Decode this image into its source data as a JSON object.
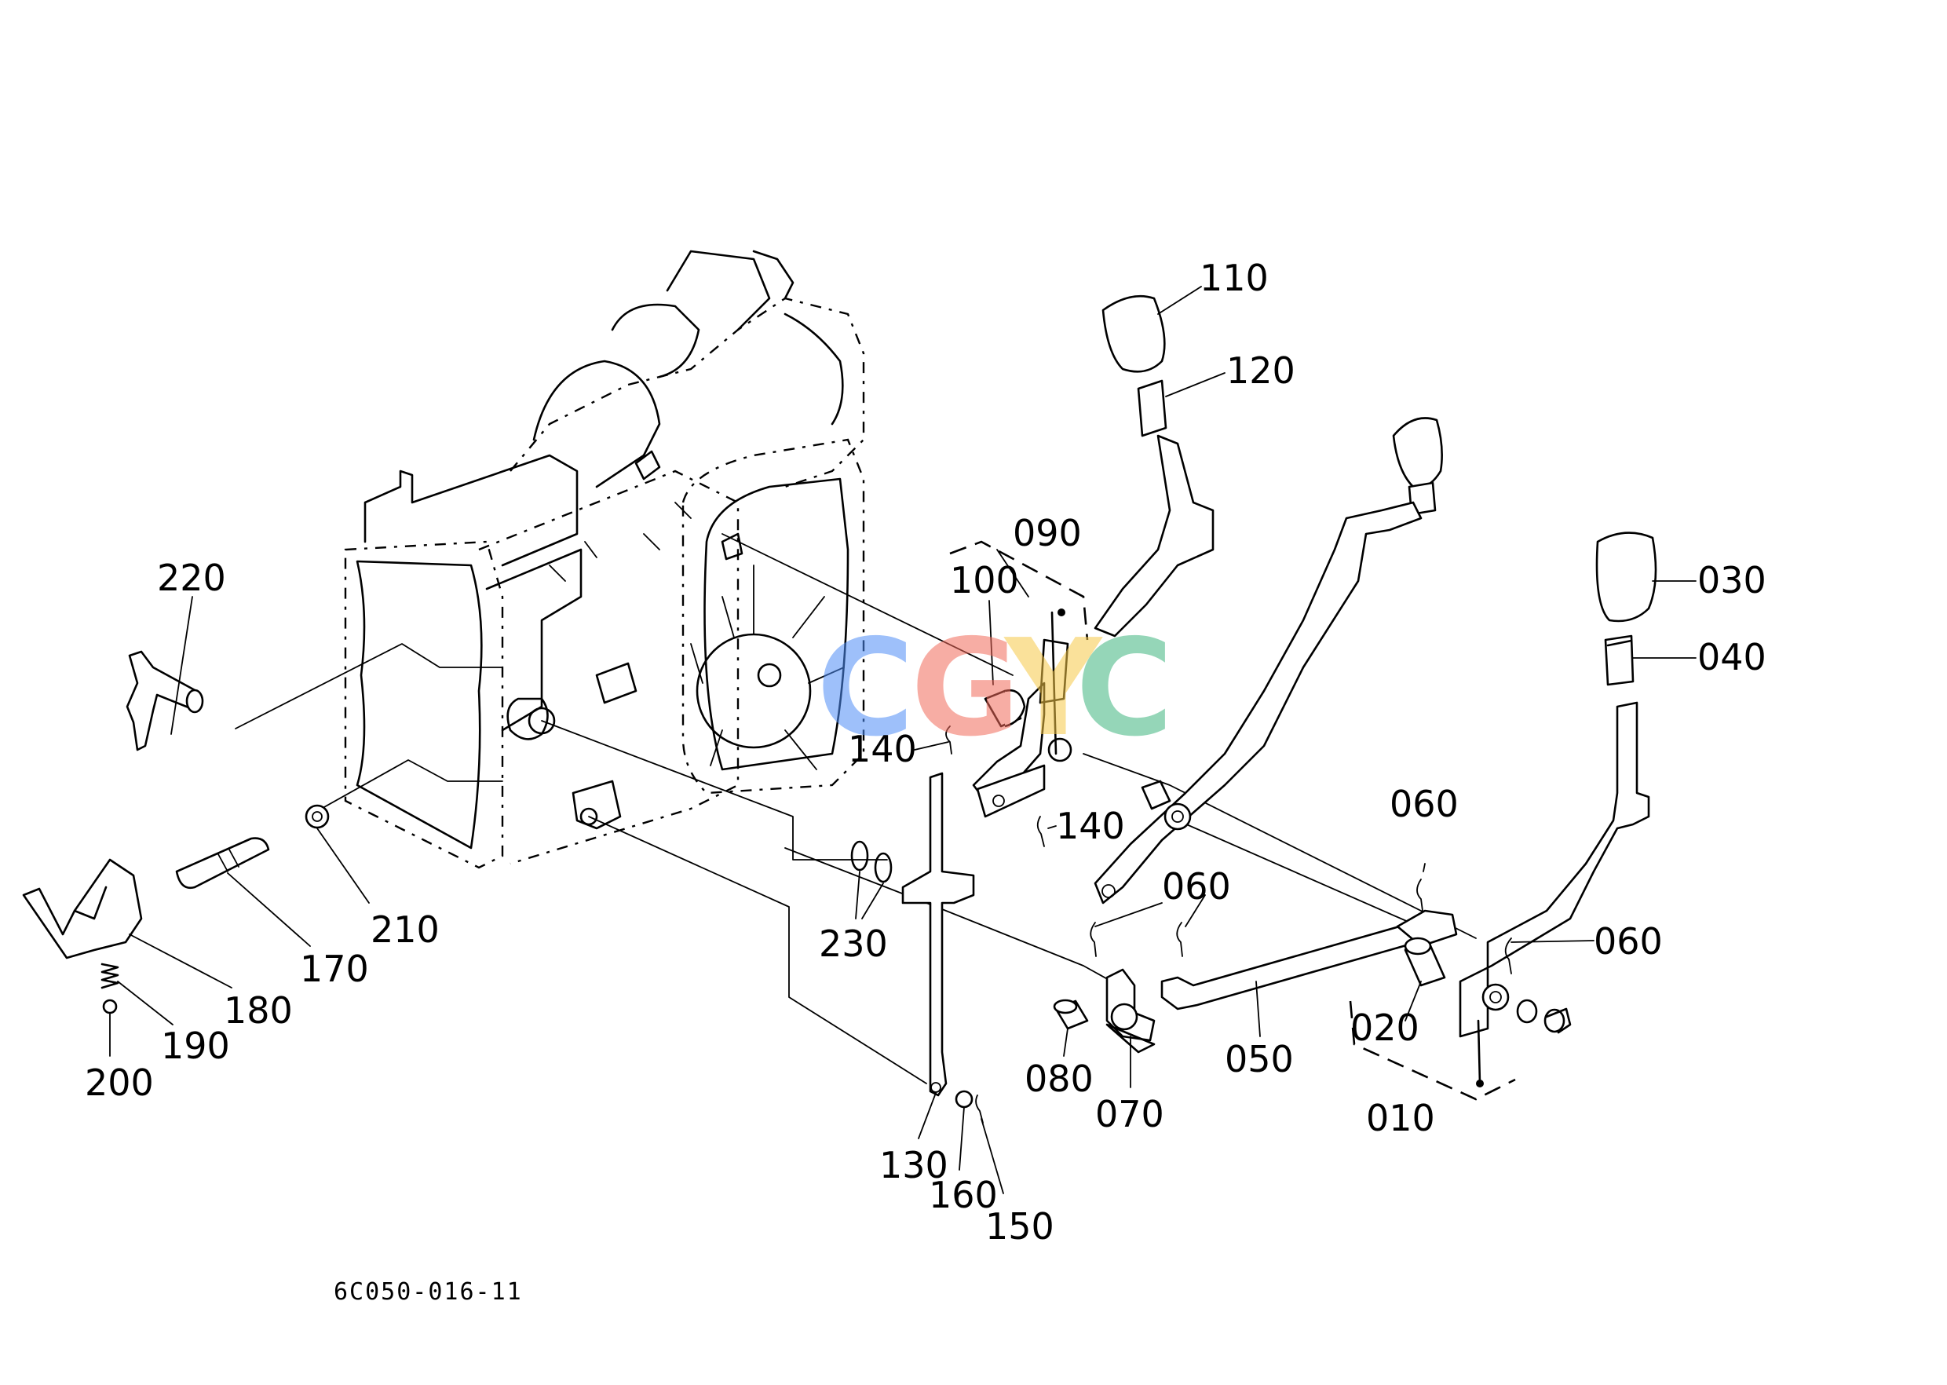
{
  "diagram": {
    "reference_code": "6C050-016-11",
    "watermark": {
      "letters": [
        {
          "char": "C",
          "color": "#4f8ef7"
        },
        {
          "char": "G",
          "color": "#f26b5b"
        },
        {
          "char": "Y",
          "color": "#f7c948"
        },
        {
          "char": "C",
          "color": "#3fb57f"
        }
      ]
    },
    "callouts": [
      "110",
      "120",
      "090",
      "100",
      "220",
      "030",
      "040",
      "140",
      "140",
      "060",
      "060",
      "060",
      "230",
      "210",
      "170",
      "180",
      "190",
      "200",
      "020",
      "050",
      "080",
      "070",
      "010",
      "130",
      "160",
      "150"
    ]
  }
}
